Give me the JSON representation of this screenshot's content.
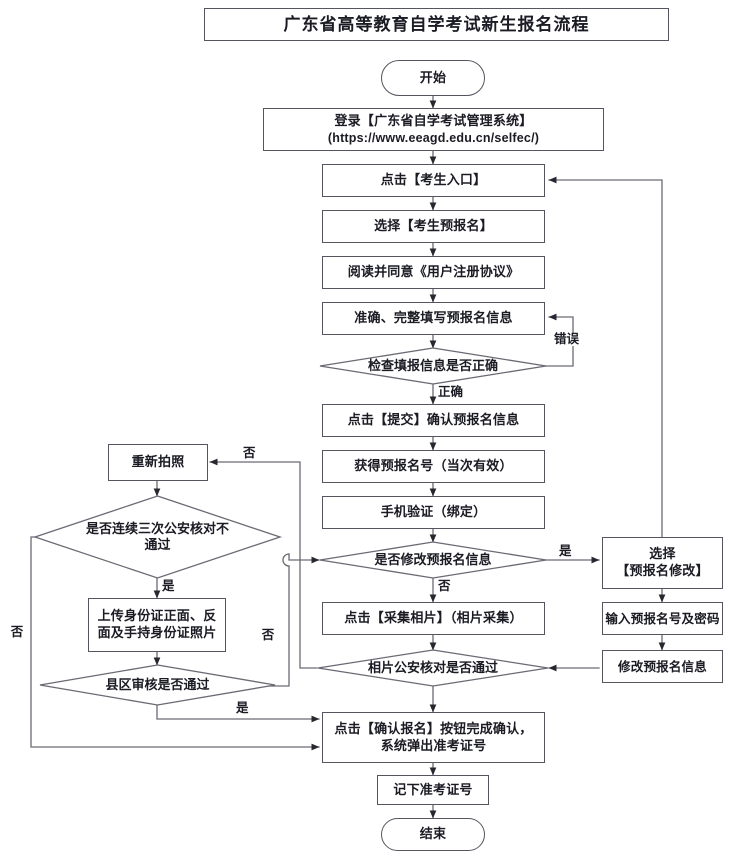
{
  "document": {
    "title": "广东省高等教育自学考试新生报名流程",
    "type": "flowchart"
  },
  "chart_data": {
    "type": "diagram",
    "title": "广东省高等教育自学考试新生报名流程",
    "nodes": [
      {
        "id": "start",
        "shape": "terminator",
        "label": "开始"
      },
      {
        "id": "login",
        "shape": "process",
        "label": "登录【广东省自学考试管理系统】\n(https://www.eeagd.edu.cn/selfec/)"
      },
      {
        "id": "entry",
        "shape": "process",
        "label": "点击【考生入口】"
      },
      {
        "id": "prereg",
        "shape": "process",
        "label": "选择【考生预报名】"
      },
      {
        "id": "agree",
        "shape": "process",
        "label": "阅读并同意《用户注册协议》"
      },
      {
        "id": "fill",
        "shape": "process",
        "label": "准确、完整填写预报名信息"
      },
      {
        "id": "checkinfo",
        "shape": "decision",
        "label": "检查填报信息是否正确"
      },
      {
        "id": "submit",
        "shape": "process",
        "label": "点击【提交】确认预报名信息"
      },
      {
        "id": "getnum",
        "shape": "process",
        "label": "获得预报名号（当次有效）"
      },
      {
        "id": "phone",
        "shape": "process",
        "label": "手机验证（绑定）"
      },
      {
        "id": "modifyq",
        "shape": "decision",
        "label": "是否修改预报名信息"
      },
      {
        "id": "photo",
        "shape": "process",
        "label": "点击【采集相片】（相片采集）"
      },
      {
        "id": "photocheck",
        "shape": "decision",
        "label": "相片公安核对是否通过"
      },
      {
        "id": "selmodify",
        "shape": "process",
        "label": "选择\n【预报名修改】"
      },
      {
        "id": "inputnum",
        "shape": "process",
        "label": "输入预报名号及密码"
      },
      {
        "id": "domodify",
        "shape": "process",
        "label": "修改预报名信息"
      },
      {
        "id": "rephoto",
        "shape": "process",
        "label": "重新拍照"
      },
      {
        "id": "thrice",
        "shape": "decision",
        "label": "是否连续三次公安核对不通过"
      },
      {
        "id": "upload",
        "shape": "process",
        "label": "上传身份证正面、反面及手持身份证照片"
      },
      {
        "id": "countycheck",
        "shape": "decision",
        "label": "县区审核是否通过"
      },
      {
        "id": "confirm",
        "shape": "process",
        "label": "点击【确认报名】按钮完成确认，系统弹出准考证号"
      },
      {
        "id": "record",
        "shape": "process",
        "label": "记下准考证号"
      },
      {
        "id": "end",
        "shape": "terminator",
        "label": "结束"
      }
    ],
    "edges": [
      {
        "from": "start",
        "to": "login",
        "label": ""
      },
      {
        "from": "login",
        "to": "entry",
        "label": ""
      },
      {
        "from": "entry",
        "to": "prereg",
        "label": ""
      },
      {
        "from": "prereg",
        "to": "agree",
        "label": ""
      },
      {
        "from": "agree",
        "to": "fill",
        "label": ""
      },
      {
        "from": "fill",
        "to": "checkinfo",
        "label": ""
      },
      {
        "from": "checkinfo",
        "to": "fill",
        "label": "错误"
      },
      {
        "from": "checkinfo",
        "to": "submit",
        "label": "正确"
      },
      {
        "from": "submit",
        "to": "getnum",
        "label": ""
      },
      {
        "from": "getnum",
        "to": "phone",
        "label": ""
      },
      {
        "from": "phone",
        "to": "modifyq",
        "label": ""
      },
      {
        "from": "modifyq",
        "to": "selmodify",
        "label": "是"
      },
      {
        "from": "modifyq",
        "to": "photo",
        "label": "否"
      },
      {
        "from": "selmodify",
        "to": "entry",
        "label": ""
      },
      {
        "from": "selmodify",
        "to": "inputnum",
        "label": ""
      },
      {
        "from": "inputnum",
        "to": "domodify",
        "label": ""
      },
      {
        "from": "domodify",
        "to": "photocheck",
        "label": ""
      },
      {
        "from": "photo",
        "to": "photocheck",
        "label": ""
      },
      {
        "from": "photocheck",
        "to": "rephoto",
        "label": "否"
      },
      {
        "from": "photocheck",
        "to": "confirm",
        "label": "是"
      },
      {
        "from": "rephoto",
        "to": "thrice",
        "label": ""
      },
      {
        "from": "thrice",
        "to": "upload",
        "label": "是"
      },
      {
        "from": "thrice",
        "to": "confirm",
        "label": "否"
      },
      {
        "from": "upload",
        "to": "countycheck",
        "label": ""
      },
      {
        "from": "countycheck",
        "to": "confirm",
        "label": "是"
      },
      {
        "from": "countycheck",
        "to": "modifyq",
        "label": "否"
      },
      {
        "from": "confirm",
        "to": "record",
        "label": ""
      },
      {
        "from": "record",
        "to": "end",
        "label": ""
      }
    ],
    "edge_labels": {
      "error": "错误",
      "correct": "正确",
      "yes": "是",
      "no": "否"
    }
  },
  "nodes": {
    "start": "开始",
    "login_line1": "登录【广东省自学考试管理系统】",
    "login_line2": "(https://www.eeagd.edu.cn/selfec/)",
    "entry": "点击【考生入口】",
    "prereg": "选择【考生预报名】",
    "agree": "阅读并同意《用户注册协议》",
    "fill": "准确、完整填写预报名信息",
    "checkinfo": "检查填报信息是否正确",
    "submit": "点击【提交】确认预报名信息",
    "getnum": "获得预报名号（当次有效）",
    "phone": "手机验证（绑定）",
    "modifyq": "是否修改预报名信息",
    "photo": "点击【采集相片】（相片采集）",
    "photocheck": "相片公安核对是否通过",
    "selmodify_l1": "选择",
    "selmodify_l2": "【预报名修改】",
    "inputnum": "输入预报名号及密码",
    "domodify": "修改预报名信息",
    "rephoto": "重新拍照",
    "thrice_l1": "是否连续三次公安核对不",
    "thrice_l2": "通过",
    "upload_l1": "上传身份证正面、反",
    "upload_l2": "面及手持身份证照片",
    "countycheck": "县区审核是否通过",
    "confirm_l1": "点击【确认报名】按钮完成确认，",
    "confirm_l2": "系统弹出准考证号",
    "record": "记下准考证号",
    "end": "结束"
  },
  "labels": {
    "error": "错误",
    "correct": "正确",
    "yes_modify": "是",
    "no_modify": "否",
    "no_photo": "否",
    "no_left": "否",
    "yes_thrice": "是",
    "no_thrice": "否",
    "yes_county": "是"
  },
  "colors": {
    "stroke": "#555560",
    "wire": "#3a3a44",
    "text": "#1b1b24",
    "background": "#ffffff"
  }
}
